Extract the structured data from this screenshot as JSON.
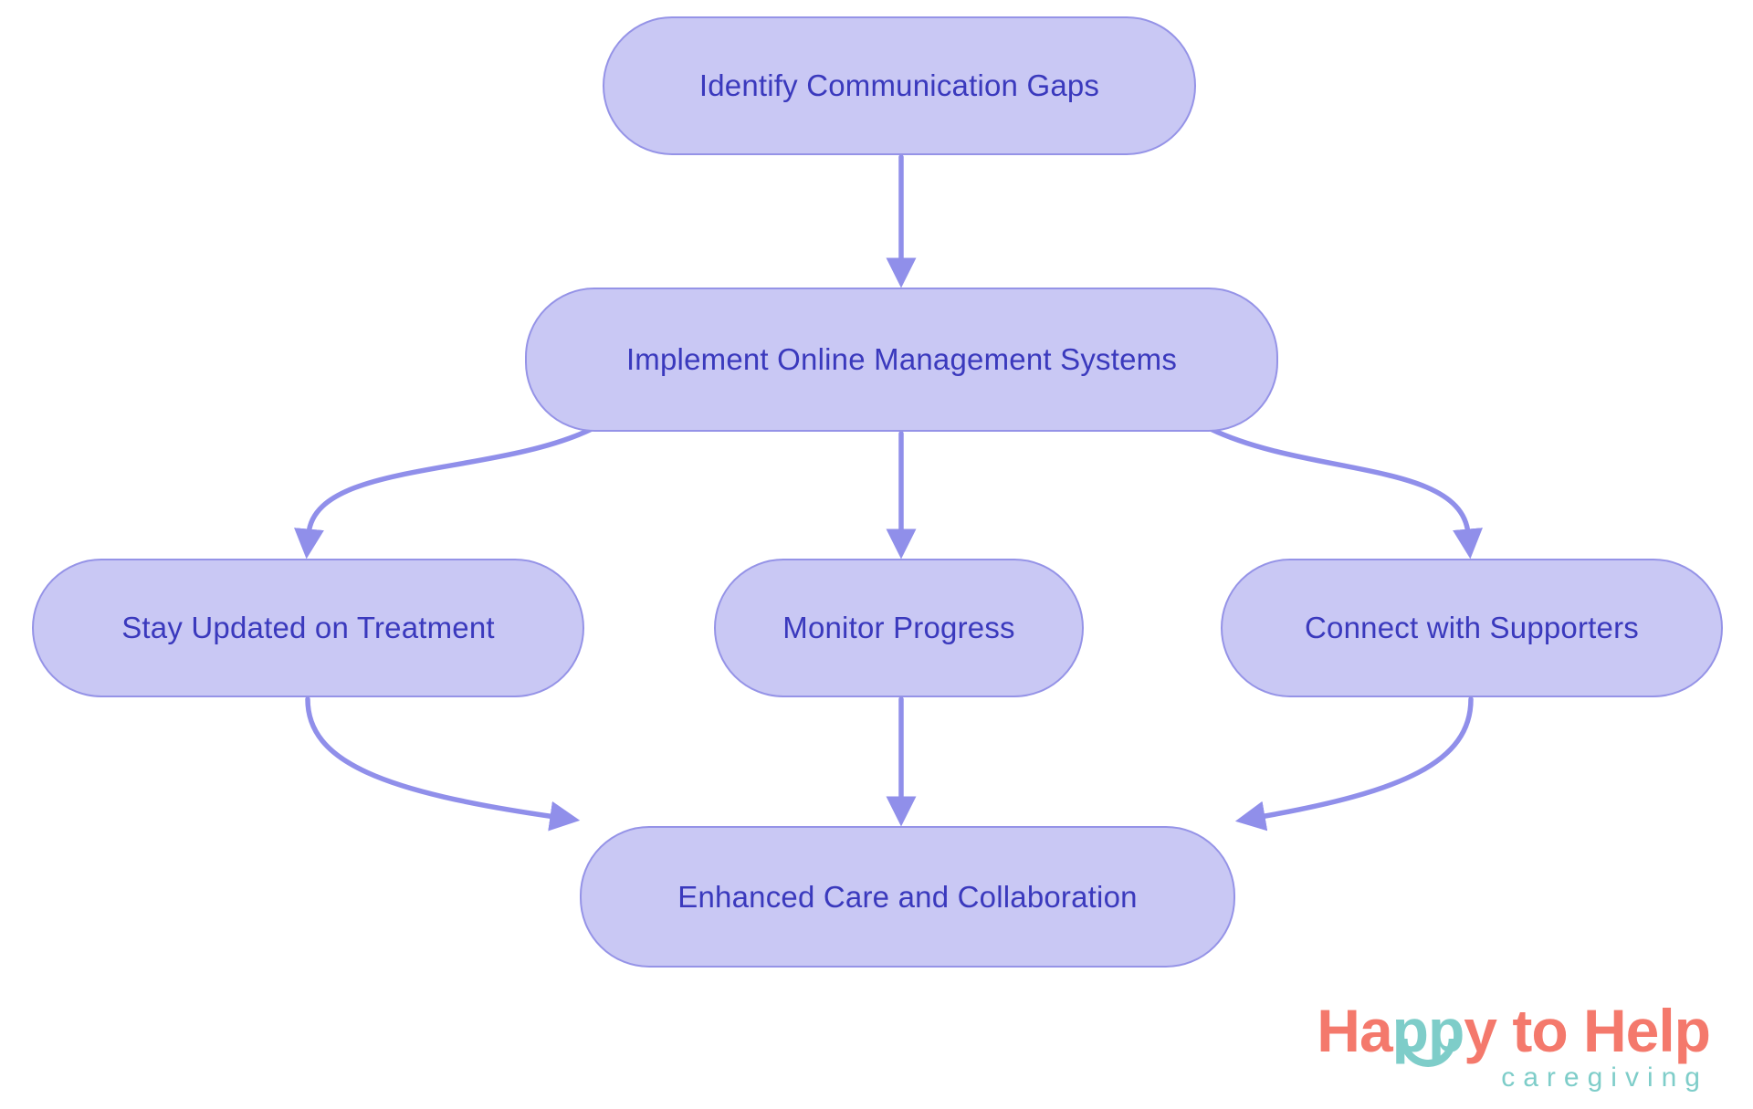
{
  "diagram": {
    "type": "flowchart",
    "nodes": [
      {
        "id": "identify",
        "label": "Identify Communication Gaps"
      },
      {
        "id": "implement",
        "label": "Implement Online Management Systems"
      },
      {
        "id": "stay",
        "label": "Stay Updated on Treatment"
      },
      {
        "id": "monitor",
        "label": "Monitor Progress"
      },
      {
        "id": "connect",
        "label": "Connect with Supporters"
      },
      {
        "id": "enhanced",
        "label": "Enhanced Care and Collaboration"
      }
    ],
    "edges": [
      {
        "from": "identify",
        "to": "implement"
      },
      {
        "from": "implement",
        "to": "stay"
      },
      {
        "from": "implement",
        "to": "monitor"
      },
      {
        "from": "implement",
        "to": "connect"
      },
      {
        "from": "stay",
        "to": "enhanced"
      },
      {
        "from": "monitor",
        "to": "enhanced"
      },
      {
        "from": "connect",
        "to": "enhanced"
      }
    ]
  },
  "colors": {
    "node_fill": "#c9c8f4",
    "node_border": "#9593e7",
    "node_text": "#3a39bd",
    "arrow": "#908fea",
    "logo_coral": "#f4796c",
    "logo_teal": "#7ecdc9",
    "background": "#ffffff"
  },
  "logo": {
    "word_part1": "Ha",
    "word_part2": "pp",
    "word_part3": "y to Help",
    "subtitle": "caregiving"
  }
}
